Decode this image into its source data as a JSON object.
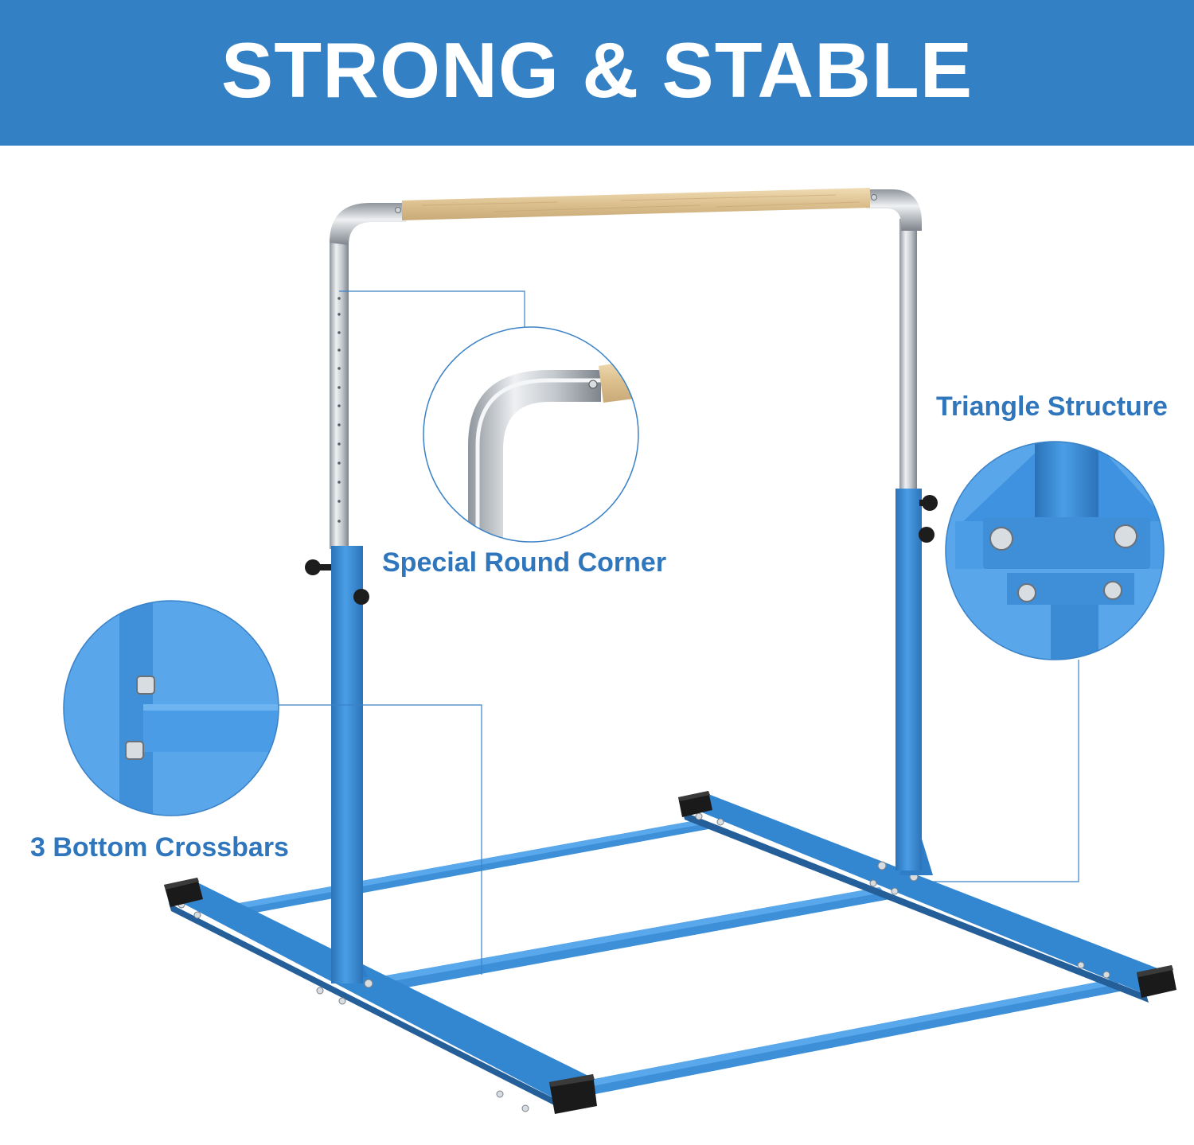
{
  "banner": {
    "title": "STRONG & STABLE",
    "color": "#3380c4"
  },
  "callouts": {
    "round_corner": "Special Round Corner",
    "triangle": "Triangle Structure",
    "crossbars": "3 Bottom Crossbars"
  },
  "colors": {
    "frame_blue": "#3d8fd8",
    "frame_blue_dark": "#2a6fb3",
    "label_blue": "#2f76bd",
    "steel": "#c7cbd0",
    "wood": "#e3c89a",
    "foot_black": "#1a1a1a"
  },
  "icons": [
    "bar-product-image",
    "round-corner-detail",
    "triangle-detail",
    "crossbar-detail"
  ]
}
